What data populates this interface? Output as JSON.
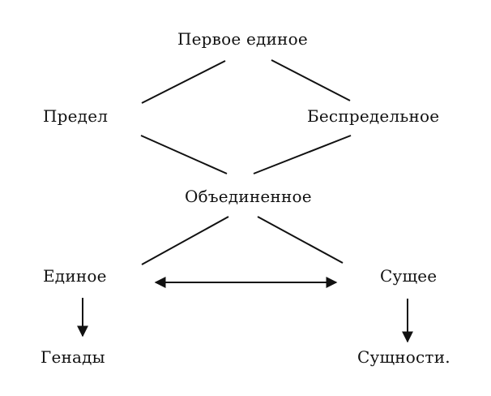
{
  "diagram": {
    "nodes": {
      "first_one": "Первое единое",
      "limit": "Предел",
      "unlimited": "Беспредельное",
      "unified": "Объединенное",
      "one": "Единое",
      "being": "Сущее",
      "henads": "Генады",
      "essences": "Сущности."
    },
    "edges": [
      {
        "from": "first_one",
        "to": "limit",
        "style": "line"
      },
      {
        "from": "first_one",
        "to": "unlimited",
        "style": "line"
      },
      {
        "from": "limit",
        "to": "unified",
        "style": "line"
      },
      {
        "from": "unlimited",
        "to": "unified",
        "style": "line"
      },
      {
        "from": "unified",
        "to": "one",
        "style": "line"
      },
      {
        "from": "unified",
        "to": "being",
        "style": "line"
      },
      {
        "from": "one",
        "to": "being",
        "style": "double-arrow"
      },
      {
        "from": "one",
        "to": "henads",
        "style": "arrow"
      },
      {
        "from": "being",
        "to": "essences",
        "style": "arrow"
      }
    ],
    "colors": {
      "ink": "#111111",
      "background": "#ffffff"
    }
  }
}
